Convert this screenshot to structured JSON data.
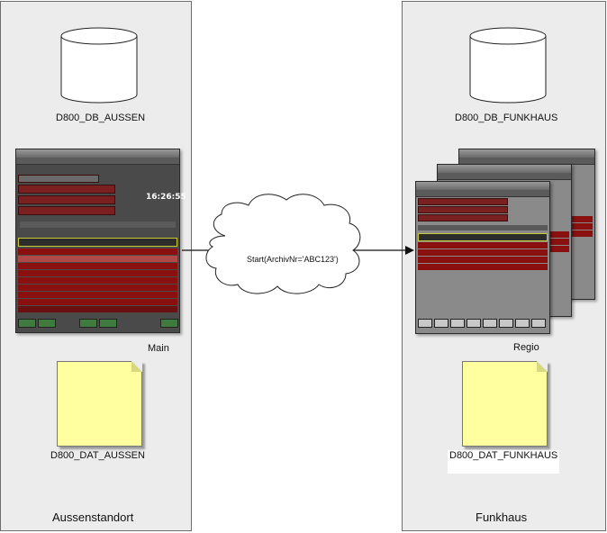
{
  "left_panel": {
    "title": "Aussenstandort",
    "db_label": "D800_DB_AUSSEN",
    "app_label": "Main",
    "folder_label": "D800_DAT_AUSSEN",
    "clock": "16:26:55"
  },
  "right_panel": {
    "title": "Funkhaus",
    "db_label": "D800_DB_FUNKHAUS",
    "app_label": "Regio",
    "folder_label": "D800_DAT_FUNKHAUS"
  },
  "connection": {
    "label": "Start(ArchivNr='ABC123')"
  },
  "colors": {
    "panel": "#ececec",
    "app_dark": "#4a4a4a",
    "app_red": "#8a1010",
    "highlight": "#c8c832",
    "folder": "#ffffa0"
  }
}
